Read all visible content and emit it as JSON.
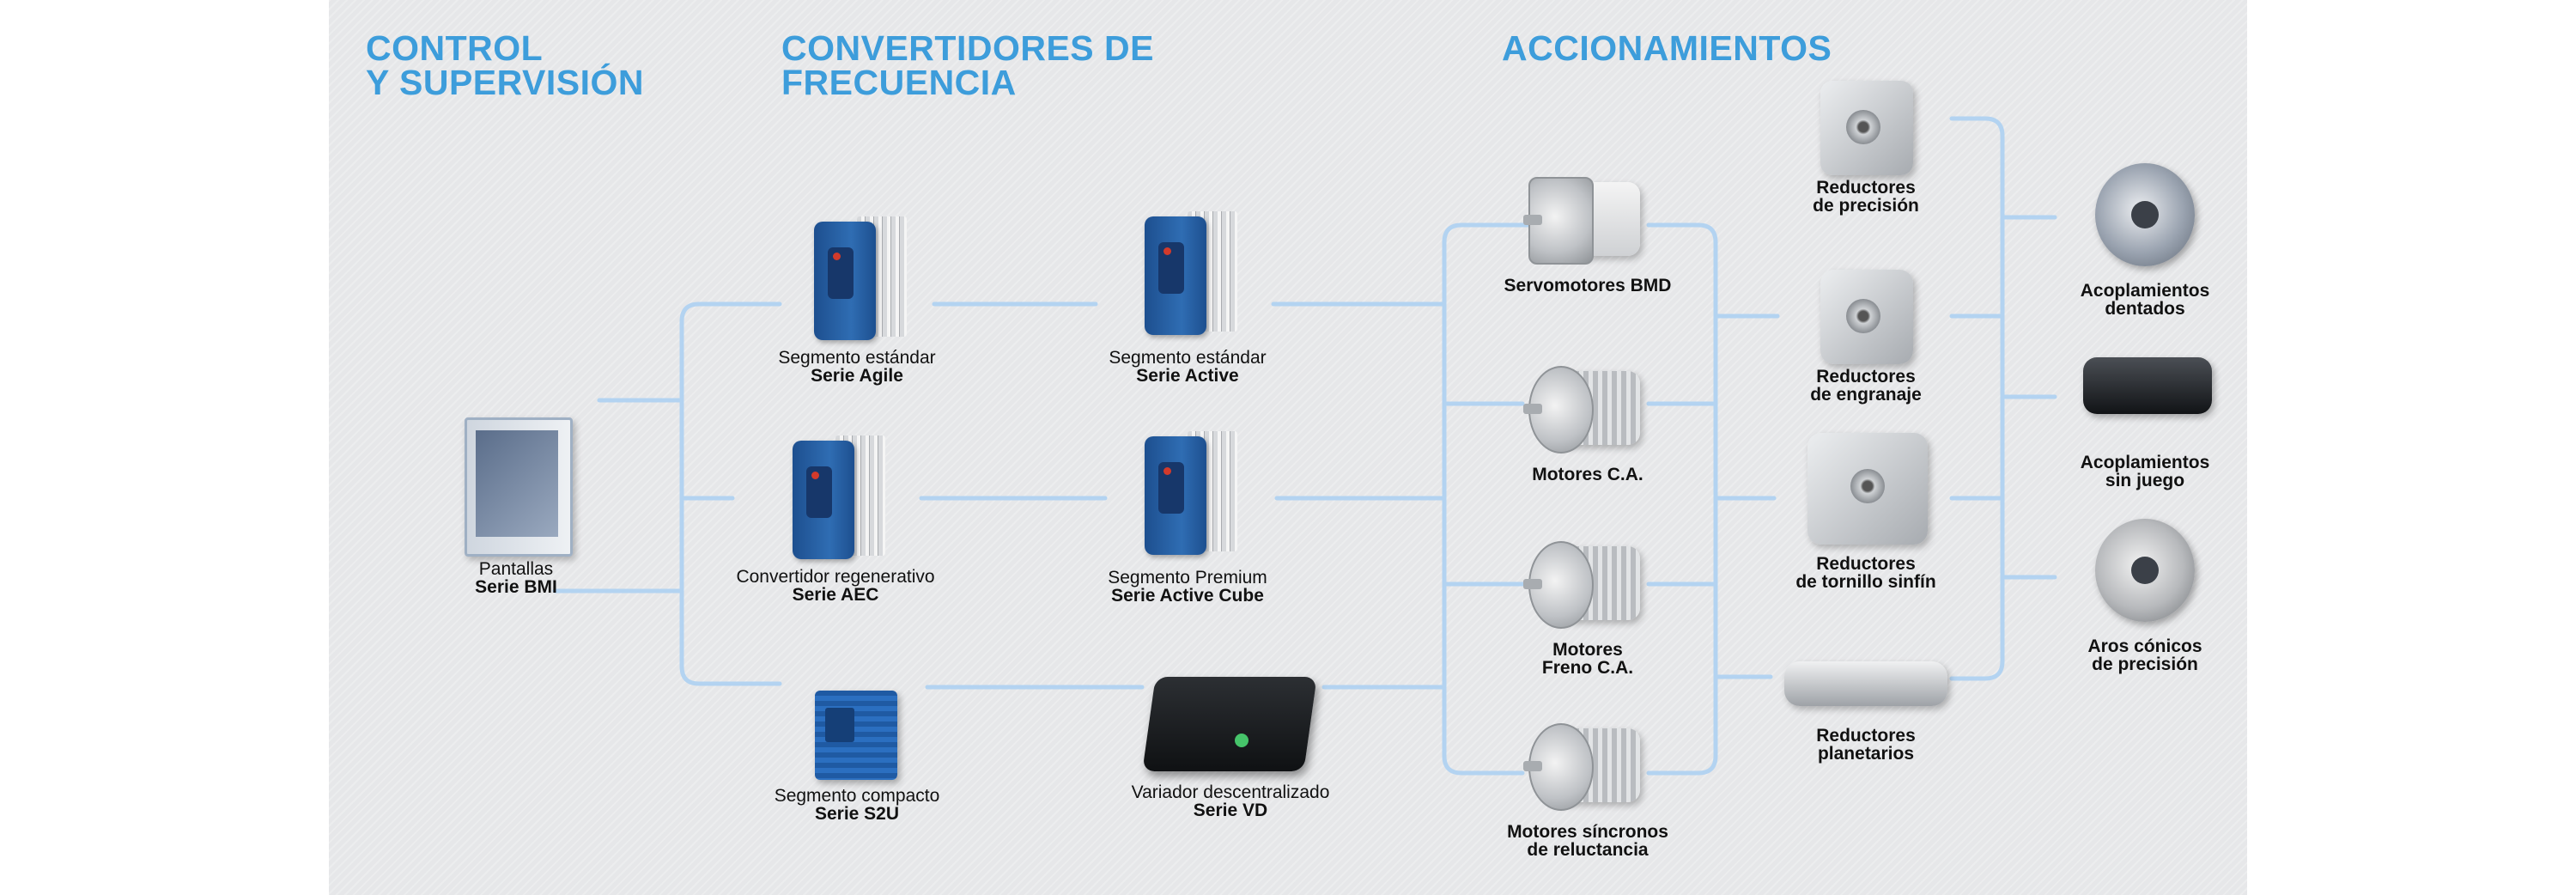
{
  "titles": {
    "control": [
      "CONTROL",
      "Y SUPERVISIÓN"
    ],
    "converters": [
      "CONVERTIDORES DE",
      "FRECUENCIA"
    ],
    "drives": [
      "ACCIONAMIENTOS"
    ]
  },
  "nodes": {
    "bmi": {
      "line1": "Pantallas",
      "line2": "Serie BMI",
      "icon": "hmi-panel-icon"
    },
    "agile": {
      "line1": "Segmento estándar",
      "line2": "Serie Agile",
      "icon": "frequency-inverter-icon"
    },
    "aec": {
      "line1": "Convertidor regenerativo",
      "line2": "Serie AEC",
      "icon": "frequency-inverter-icon"
    },
    "s2u": {
      "line1": "Segmento compacto",
      "line2": "Serie S2U",
      "icon": "compact-inverter-icon"
    },
    "active": {
      "line1": "Segmento estándar",
      "line2": "Serie Active",
      "icon": "frequency-inverter-icon"
    },
    "active_cube": {
      "line1": "Segmento Premium",
      "line2": "Serie Active Cube",
      "icon": "frequency-inverter-icon"
    },
    "vd": {
      "line1": "Variador descentralizado",
      "line2": "Serie VD",
      "icon": "decentralized-drive-icon"
    },
    "bmd": {
      "lines": [
        "Servomotores BMD"
      ],
      "icon": "servo-motor-icon"
    },
    "ca": {
      "lines": [
        "Motores C.A."
      ],
      "icon": "ac-motor-icon"
    },
    "freno": {
      "lines": [
        "Motores",
        "Freno C.A."
      ],
      "icon": "brake-motor-icon"
    },
    "sincronos": {
      "lines": [
        "Motores síncronos",
        "de reluctancia"
      ],
      "icon": "reluctance-motor-icon"
    },
    "precision": {
      "lines": [
        "Reductores",
        "de precisión"
      ],
      "icon": "precision-gearbox-icon"
    },
    "engranaje": {
      "lines": [
        "Reductores",
        "de engranaje"
      ],
      "icon": "gear-reducer-icon"
    },
    "sinfin": {
      "lines": [
        "Reductores",
        "de tornillo sinfín"
      ],
      "icon": "worm-gear-icon"
    },
    "planetarios": {
      "lines": [
        "Reductores",
        "planetarios"
      ],
      "icon": "planetary-gearbox-icon"
    },
    "dentados": {
      "lines": [
        "Acoplamientos",
        "dentados"
      ],
      "icon": "gear-coupling-icon"
    },
    "sin_juego": {
      "lines": [
        "Acoplamientos",
        "sin juego"
      ],
      "icon": "backlash-free-coupling-icon"
    },
    "aros": {
      "lines": [
        "Aros cónicos",
        "de precisión"
      ],
      "icon": "locking-ring-icon"
    }
  },
  "colors": {
    "title": "#3d9ddb",
    "connector": "#b3d3f1",
    "inverter": "#2f6db3",
    "background": "#e6e7e9"
  }
}
